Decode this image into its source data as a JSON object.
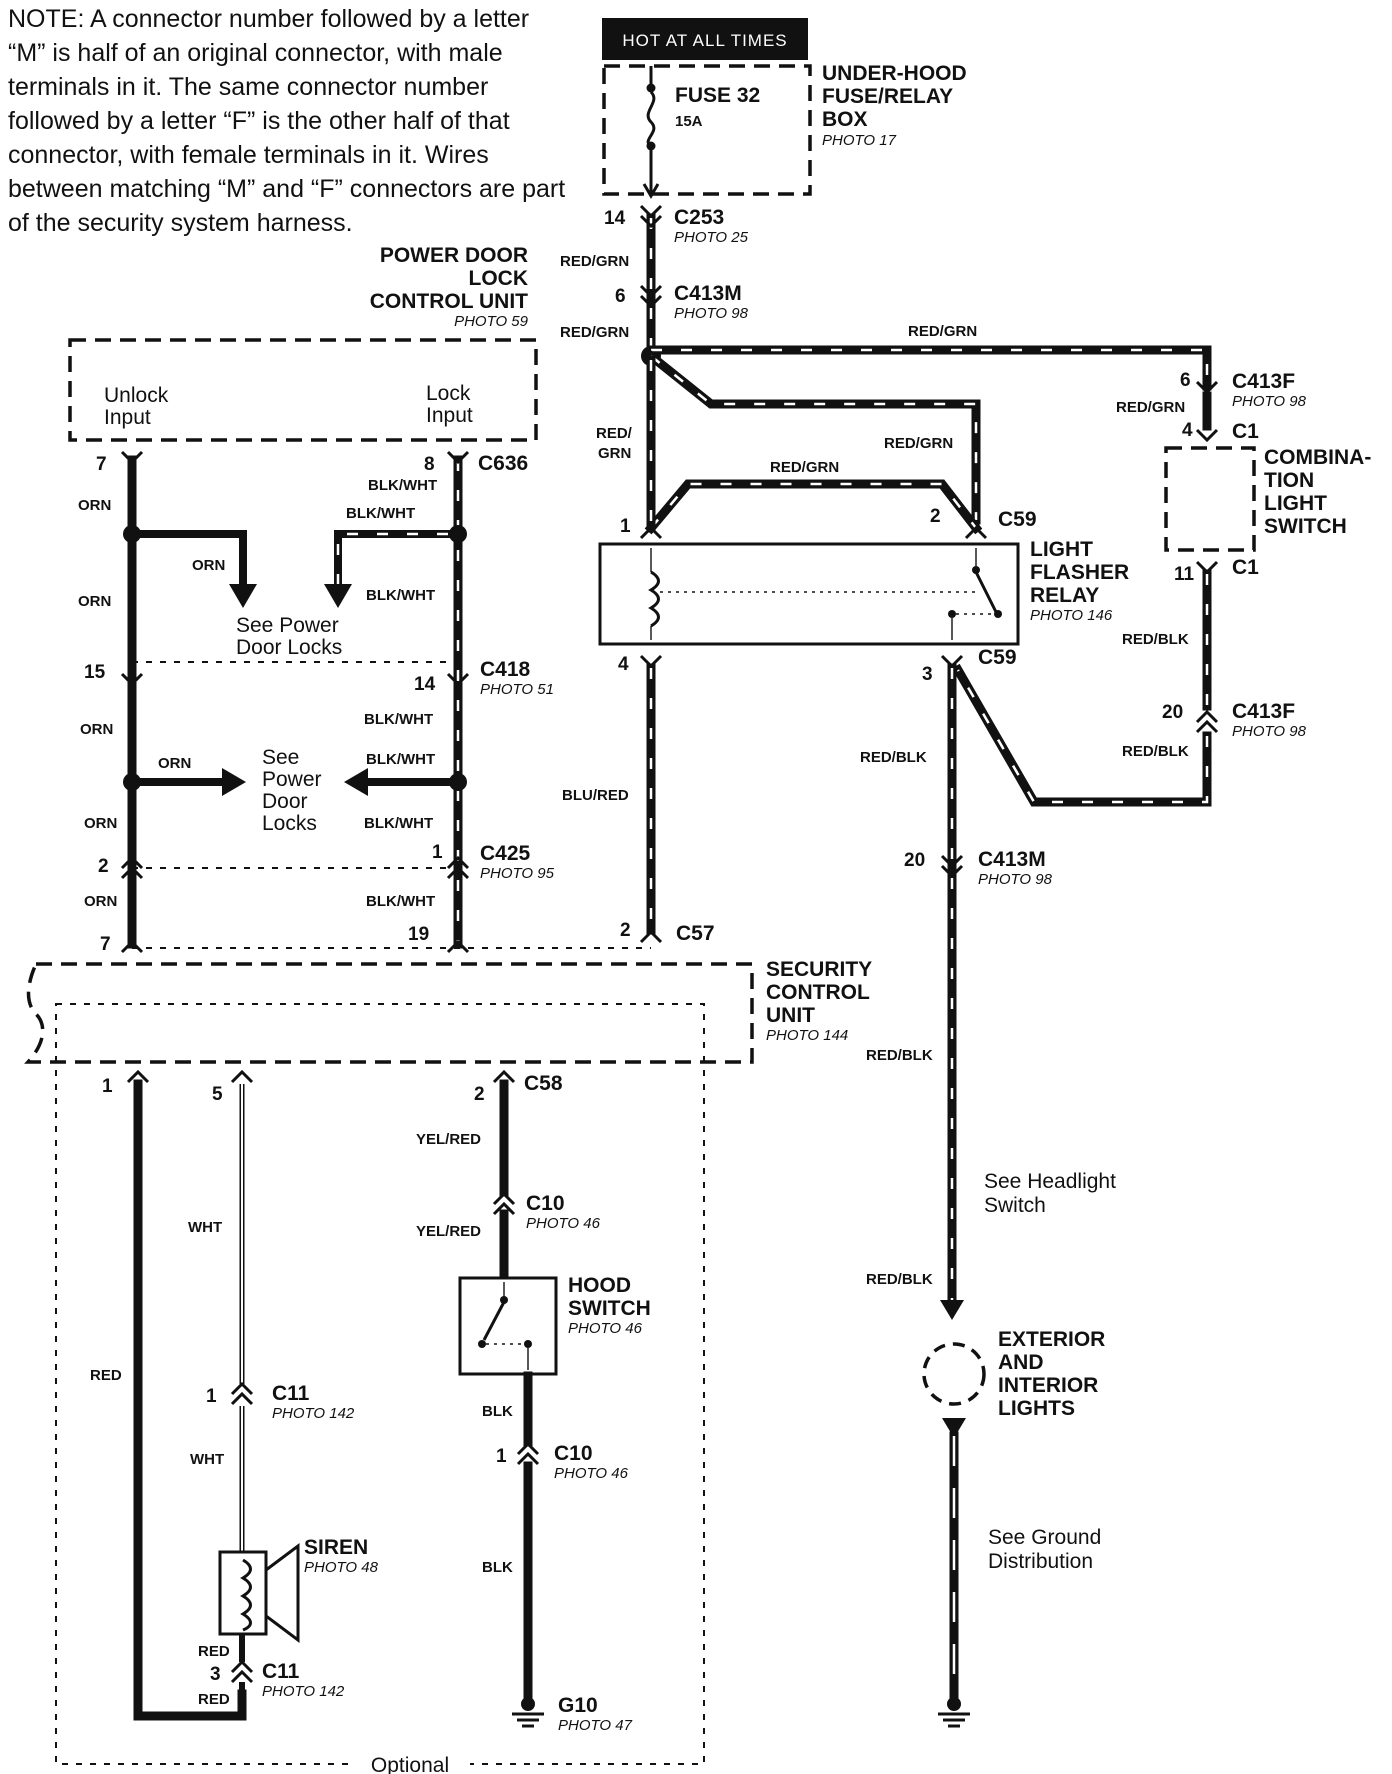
{
  "note": {
    "text": "NOTE: A connector number followed by a letter “M” is half of an original connector, with male terminals in it. The same connector number followed by a letter “F” is the other half of that connector, with female terminals in it. Wires between matching “M” and “F” connectors are part of the security system harness."
  },
  "hot_banner": "HOT AT ALL TIMES",
  "fuse": {
    "name": "FUSE 32",
    "rating": "15A"
  },
  "fuse_box": {
    "line1": "UNDER-HOOD",
    "line2": "FUSE/RELAY",
    "line3": "BOX",
    "photo": "PHOTO 17"
  },
  "door_lock_unit": {
    "line1": "POWER DOOR",
    "line2": "LOCK",
    "line3": "CONTROL UNIT",
    "photo": "PHOTO 59",
    "unlock1": "Unlock",
    "unlock2": "Input",
    "lock1": "Lock",
    "lock2": "Input"
  },
  "connectors": {
    "c253": "C253",
    "c253_photo": "PHOTO 25",
    "c413m": "C413M",
    "c413m_photo": "PHOTO 98",
    "c413f": "C413F",
    "c413f_photo": "PHOTO 98",
    "c1": "C1",
    "c636": "C636",
    "c418": "C418",
    "c418_photo": "PHOTO 51",
    "c425": "C425",
    "c425_photo": "PHOTO 95",
    "c59": "C59",
    "c57": "C57",
    "c58": "C58",
    "c10": "C10",
    "c10_photo": "PHOTO 46",
    "c11": "C11",
    "c11_photo": "PHOTO 142",
    "g10": "G10",
    "g10_photo": "PHOTO 47"
  },
  "pins": {
    "p14": "14",
    "p6": "6",
    "p4": "4",
    "p11": "11",
    "p20": "20",
    "p7": "7",
    "p8": "8",
    "p15": "15",
    "p2": "2",
    "p1": "1",
    "p19": "19",
    "p3": "3",
    "p5": "5"
  },
  "wires": {
    "red_grn": "RED/GRN",
    "red_slash": "RED/",
    "grn": "GRN",
    "red_blk": "RED/BLK",
    "blu_red": "BLU/RED",
    "orn": "ORN",
    "blk_wht": "BLK/WHT",
    "yel_red": "YEL/RED",
    "wht": "WHT",
    "red": "RED",
    "blk": "BLK"
  },
  "combo_switch": {
    "line1": "COMBINA-",
    "line2": "TION",
    "line3": "LIGHT",
    "line4": "SWITCH"
  },
  "flasher_relay": {
    "line1": "LIGHT",
    "line2": "FLASHER",
    "line3": "RELAY",
    "photo": "PHOTO 146"
  },
  "see_power_door_locks": {
    "line1": "See Power",
    "line2": "Door Locks"
  },
  "see_power_door_locks_2": {
    "line1": "See",
    "line2": "Power",
    "line3": "Door",
    "line4": "Locks"
  },
  "security_unit": {
    "line1": "SECURITY",
    "line2": "CONTROL",
    "line3": "UNIT",
    "photo": "PHOTO 144"
  },
  "hood_switch": {
    "line1": "HOOD",
    "line2": "SWITCH",
    "photo": "PHOTO 46"
  },
  "siren": {
    "name": "SIREN",
    "photo": "PHOTO 48"
  },
  "see_headlight": {
    "line1": "See Headlight",
    "line2": "Switch"
  },
  "exterior_lights": {
    "line1": "EXTERIOR",
    "line2": "AND",
    "line3": "INTERIOR",
    "line4": "LIGHTS"
  },
  "see_ground": {
    "line1": "See Ground",
    "line2": "Distribution"
  },
  "optional_label": "Optional"
}
